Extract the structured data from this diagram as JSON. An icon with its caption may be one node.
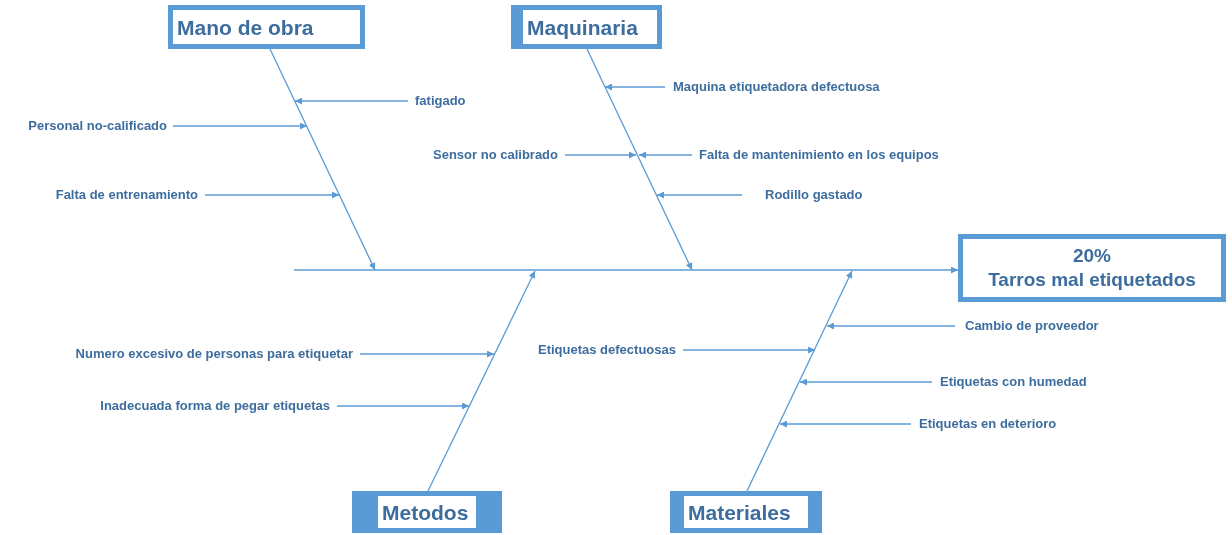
{
  "diagram": {
    "nodes": [
      {
        "text": [
          "Mano de obra"
        ]
      },
      {
        "text": [
          "Maquinaria"
        ]
      },
      {
        "text": [
          "Metodos"
        ]
      },
      {
        "text": [
          "Materiales"
        ]
      },
      {
        "text": [
          "20%",
          "Tarros mal etiquetados"
        ]
      },
      {
        "text": [
          "fatigado"
        ]
      },
      {
        "text": [
          "Personal no-calificado"
        ]
      },
      {
        "text": [
          "Falta de entrenamiento"
        ]
      },
      {
        "text": [
          "Maquina etiquetadora defectuosa"
        ]
      },
      {
        "text": [
          "Sensor no calibrado"
        ]
      },
      {
        "text": [
          "Falta de mantenimiento en los equipos"
        ]
      },
      {
        "text": [
          "Rodillo gastado"
        ]
      },
      {
        "text": [
          "Numero excesivo de personas para etiquetar"
        ]
      },
      {
        "text": [
          "Inadecuada forma de pegar etiquetas"
        ]
      },
      {
        "text": [
          "Cambio de proveedor"
        ]
      },
      {
        "text": [
          "Etiquetas defectuosas"
        ]
      },
      {
        "text": [
          "Etiquetas con humedad"
        ]
      },
      {
        "text": [
          "Etiquetas en deterioro"
        ]
      }
    ],
    "edges": [
      {
        "from": null,
        "to": 4,
        "arrow": "to"
      },
      {
        "from": 0,
        "to": null,
        "arrow": "to"
      },
      {
        "from": 1,
        "to": null,
        "arrow": "to"
      },
      {
        "from": 2,
        "to": null,
        "arrow": "to"
      },
      {
        "from": 3,
        "to": null,
        "arrow": "to"
      },
      {
        "from": 5,
        "to": null,
        "arrow": "to"
      },
      {
        "from": 6,
        "to": null,
        "arrow": "to"
      },
      {
        "from": 7,
        "to": null,
        "arrow": "to"
      },
      {
        "from": 8,
        "to": null,
        "arrow": "to"
      },
      {
        "from": 9,
        "to": null,
        "arrow": "to"
      },
      {
        "from": 10,
        "to": null,
        "arrow": "to"
      },
      {
        "from": 11,
        "to": null,
        "arrow": "to"
      },
      {
        "from": 12,
        "to": null,
        "arrow": "to"
      },
      {
        "from": 13,
        "to": null,
        "arrow": "to"
      },
      {
        "from": 14,
        "to": null,
        "arrow": "to"
      },
      {
        "from": 15,
        "to": null,
        "arrow": "to"
      },
      {
        "from": 16,
        "to": null,
        "arrow": "to"
      },
      {
        "from": 17,
        "to": null,
        "arrow": "to"
      }
    ]
  }
}
